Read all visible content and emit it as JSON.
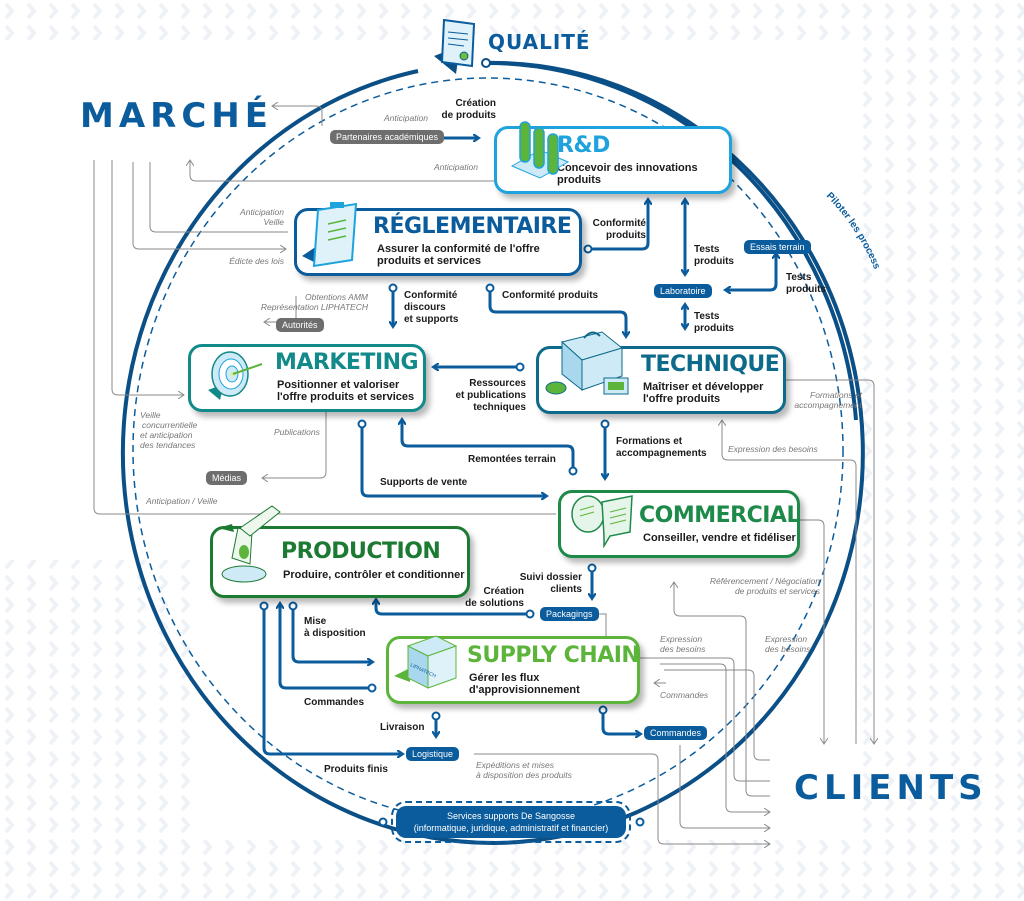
{
  "headings": {
    "quality": "QUALITÉ",
    "market": "MARCHÉ",
    "clients": "CLIENTS",
    "pilot": "Piloter les process"
  },
  "colors": {
    "navy": "#0b5c9c",
    "rd": "#1ea3dc",
    "marketing": "#138a8a",
    "technique": "#0e6a8a",
    "commercial": "#1d8a4a",
    "production": "#1c7a33",
    "supply_chain": "#5cb53a",
    "grey": "#6e6e6e"
  },
  "boxes": {
    "rd": {
      "title": "R&D",
      "subtitle": [
        "Concevoir des innovations",
        "produits"
      ],
      "icon": "test-tubes-icon"
    },
    "reglementaire": {
      "title": "RÉGLEMENTAIRE",
      "subtitle": [
        "Assurer la conformité de l'offre",
        "produits et services"
      ],
      "icon": "clipboard-icon"
    },
    "marketing": {
      "title": "MARKETING",
      "subtitle": [
        "Positionner et valoriser",
        "l'offre produits et services"
      ],
      "icon": "target-icon"
    },
    "technique": {
      "title": "TECHNIQUE",
      "subtitle": [
        "Maîtriser et développer",
        "l'offre produits"
      ],
      "icon": "toolbox-icon"
    },
    "commercial": {
      "title": "COMMERCIAL",
      "subtitle": [
        "Conseiller, vendre et fidéliser"
      ],
      "icon": "speech-bubbles-icon"
    },
    "production": {
      "title": "PRODUCTION",
      "subtitle": [
        "Produire, contrôler et conditionner"
      ],
      "icon": "robot-arm-icon"
    },
    "supply_chain": {
      "title": "SUPPLY CHAIN",
      "subtitle": [
        "Gérer les flux",
        "d'approvisionnement"
      ],
      "icon": "package-box-icon",
      "box_label": "LIPHATECH"
    }
  },
  "pills": {
    "partenaires": "Partenaires académiques",
    "autorites": "Autorités",
    "medias": "Médias",
    "essais": "Essais terrain",
    "laboratoire": "Laboratoire",
    "packagings": "Packagings",
    "commandes": "Commandes",
    "logistique": "Logistique",
    "services": [
      "Services supports De Sangosse",
      "(informatique, juridique, administratif et financier)"
    ]
  },
  "flow_labels": {
    "creation_produits": [
      "Création",
      "de produits"
    ],
    "conformite_produits_rd": [
      "Conformité",
      "produits"
    ],
    "tests_produits_1": [
      "Tests",
      "produits"
    ],
    "tests_produits_2": [
      "Tests",
      "produits"
    ],
    "tests_produits_3": [
      "Tests",
      "produits"
    ],
    "conformite_discours": [
      "Conformité",
      "discours",
      "et supports"
    ],
    "conformite_produits_tech": "Conformité produits",
    "ressources": [
      "Ressources",
      "et publications",
      "techniques"
    ],
    "formations": [
      "Formations et",
      "accompagnements"
    ],
    "remontees": "Remontées terrain",
    "supports_vente": "Supports de vente",
    "suivi_dossier": [
      "Suivi dossier",
      "clients"
    ],
    "creation_solutions": [
      "Création",
      "de solutions"
    ],
    "mise_disposition": [
      "Mise",
      "à disposition"
    ],
    "commandes": "Commandes",
    "livraison": "Livraison",
    "produits_finis": "Produits finis"
  },
  "external_labels": {
    "anticipation_1": "Anticipation",
    "anticipation_2": "Anticipation",
    "anticipation_veille": [
      "Anticipation",
      "Veille"
    ],
    "edicte": "Édicte des lois",
    "obtentions": [
      "Obtentions AMM",
      "Représentation LIPHATECH"
    ],
    "veille_conc": [
      "Veille",
      "concurrentielle",
      "et anticipation",
      "des tendances"
    ],
    "publications": "Publications",
    "anticipation_veille_2": "Anticipation / Veille",
    "formations_acc": [
      "Formations et",
      "accompagnement"
    ],
    "expression_1": "Expression des besoins",
    "referencement": [
      "Référencement / Négociation",
      "de produits et services"
    ],
    "expression_2": [
      "Expression",
      "des besoins"
    ],
    "expression_3": [
      "Expression",
      "des besoins"
    ],
    "commandes_ext": "Commandes",
    "expeditions": [
      "Expéditions et mises",
      "à disposition des produits"
    ]
  }
}
